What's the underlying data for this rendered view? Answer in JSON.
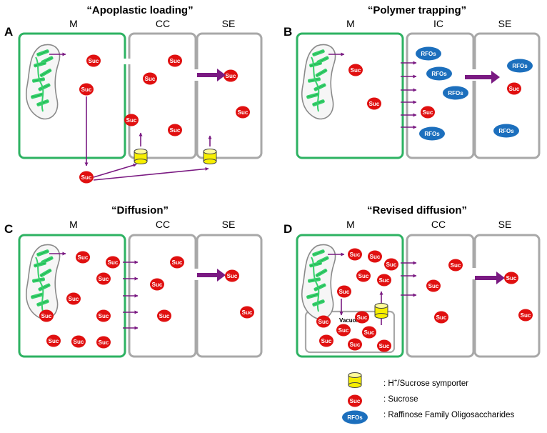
{
  "panels": [
    {
      "letter": "A",
      "title": "“Apoplastic loading”",
      "cells": [
        "M",
        "CC",
        "SE"
      ]
    },
    {
      "letter": "B",
      "title": "“Polymer trapping”",
      "cells": [
        "M",
        "IC",
        "SE"
      ]
    },
    {
      "letter": "C",
      "title": "“Diffusion”",
      "cells": [
        "M",
        "CC",
        "SE"
      ]
    },
    {
      "letter": "D",
      "title": "“Revised diffusion”",
      "cells": [
        "M",
        "CC",
        "SE"
      ]
    }
  ],
  "molecules": {
    "sucrose": "Suc",
    "rfo": "RFOs"
  },
  "vacuole_label": "Vacuole",
  "legend": [
    {
      "symbol": "symporter",
      "pre": ": H",
      "sup": "+",
      "post": "/Sucrose symporter"
    },
    {
      "symbol": "sucrose",
      "text": ": Sucrose"
    },
    {
      "symbol": "rfo",
      "text": ": Raffinose Family Oligosaccharides"
    }
  ],
  "colors": {
    "mesophyll_border": "#2db262",
    "cell_border": "#a8a8a8",
    "arrow": "#7a1a82",
    "sucrose": "#e01010",
    "rfo": "#1c6fbd",
    "symporter": "#f7ef00",
    "chloroplast": "#35d06a"
  }
}
